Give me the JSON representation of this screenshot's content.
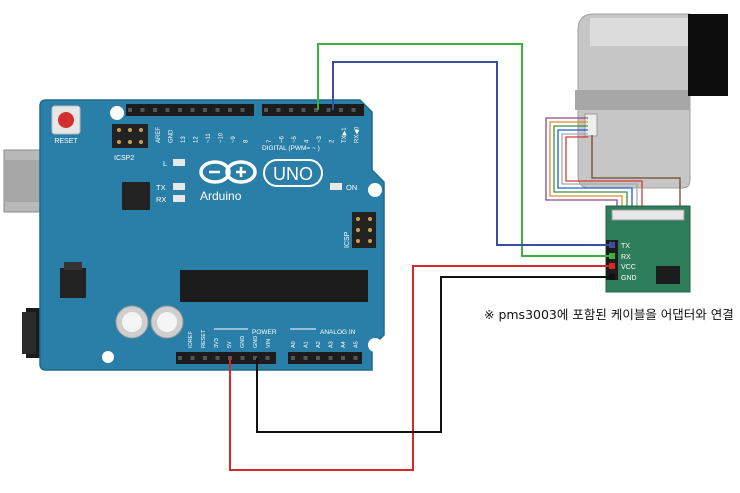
{
  "board": {
    "reset_label": "RESET",
    "icsp2_label": "ICSP2",
    "icsp_label": "ICSP",
    "l_label": "L",
    "tx_label": "TX",
    "rx_label": "RX",
    "brand": "Arduino",
    "model": "UNO",
    "on_label": "ON",
    "digital_label": "DIGITAL (PWM= ~ )",
    "power_label": "POWER",
    "analog_label": "ANALOG IN",
    "top_pins": [
      "AREF",
      "GND",
      "13",
      "12",
      "~11",
      "~10",
      "~9",
      "8",
      "7",
      "~6",
      "~5",
      "4",
      "~3",
      "2",
      "TX▶1",
      "RX◀0"
    ],
    "power_pins": [
      "IOREF",
      "RESET",
      "3V3",
      "5V",
      "GND",
      "GND",
      "VIN"
    ],
    "analog_pins": [
      "A0",
      "A1",
      "A2",
      "A3",
      "A4",
      "A5"
    ]
  },
  "adapter": {
    "pins": [
      "TX",
      "RX",
      "VCC",
      "GND"
    ]
  },
  "note": "※ pms3003에 포함된 케이블을 어댑터와 연결",
  "colors": {
    "board": "#2a7fa8",
    "board_edge": "#1f6a8e",
    "adapter": "#2e7d5b",
    "sensor": "#c9c9c9",
    "wire_green": "#3dae3f",
    "wire_blue": "#3a4fa0",
    "wire_red": "#d62828",
    "wire_black": "#111111"
  }
}
